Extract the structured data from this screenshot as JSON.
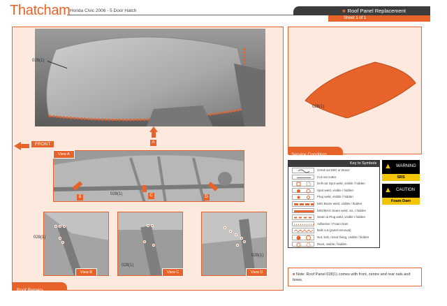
{
  "header": {
    "brand": "Thatcham",
    "vehicle": "Honda Civic 2006 - 5 Door Hatch",
    "title": "Roof Panel Replacement",
    "sheet": "Sheet 1 of 1"
  },
  "main_panel": {
    "part_label": "028(1)",
    "front_label": "FRONT",
    "arrow_label": "A",
    "footer_label": "Roof Repairs"
  },
  "view_a": {
    "label": "View A",
    "part_label": "028(1)",
    "arrows": [
      "B",
      "C",
      "D"
    ]
  },
  "view_b": {
    "label": "View B",
    "part_label": "028(1)"
  },
  "view_c": {
    "label": "View C",
    "part_label": "028(1)"
  },
  "view_d": {
    "label": "View D",
    "part_label": "028(1)"
  },
  "service_panel": {
    "part_label": "028(1)",
    "caption": "Service Condition",
    "part_color": "#e8632a"
  },
  "key": {
    "title": "Key to Symbols",
    "items": [
      "Grind-out MIG or Braze",
      "Cut-out cutter",
      "Drill-out Spot weld, visible / hidden",
      "Spot weld, visible / hidden",
      "Plug weld, visible / hidden",
      "MIG Braze weld, visible / hidden",
      "MIG/MAG Seam weld, vis. / hidden",
      "Seam & Plug weld, visible / hidden",
      "Adhesive / Foam Dam",
      "Bulk cut (panel removal)",
      "Nut, bolt, rivnut fixing, visible / hidden",
      "Rivet, visible / hidden"
    ]
  },
  "warnings": [
    {
      "title": "WARNING",
      "sub": "SRS"
    },
    {
      "title": "CAUTION",
      "sub": "Foam Dam"
    }
  ],
  "note": "Note: Roof Panel 028(1) comes with front, centre and rear rails and bows."
}
